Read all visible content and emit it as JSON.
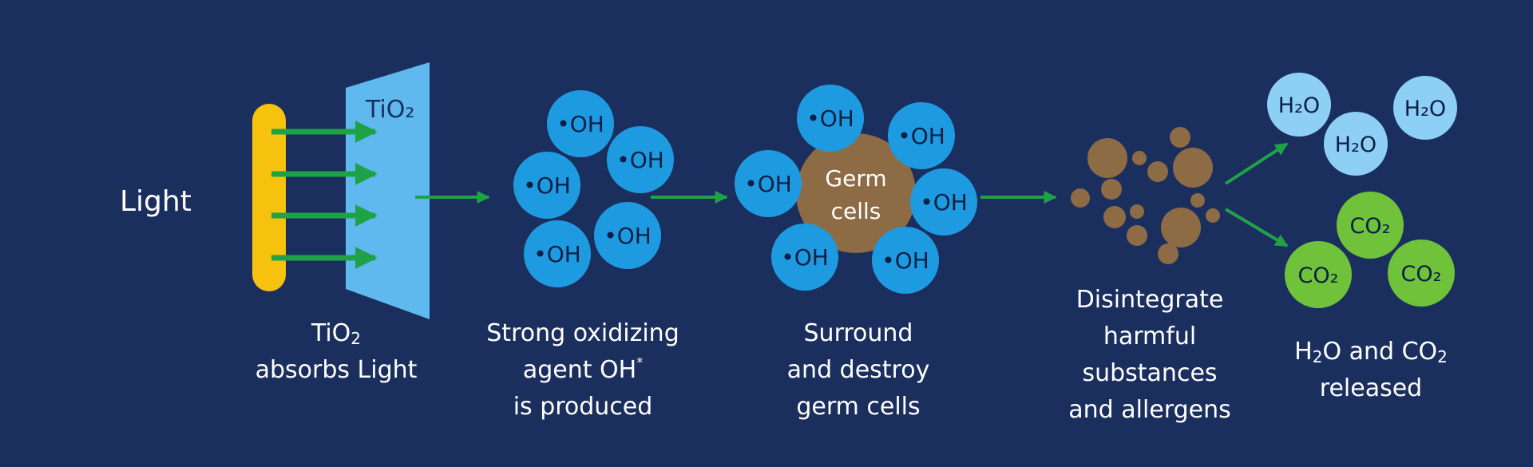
{
  "light_label": "Light",
  "panel_label": "TiO₂",
  "radical_label": "•OH",
  "germ_label": {
    "line1": "Germ",
    "line2": "cells"
  },
  "water_label": "H₂O",
  "co2_label": "CO₂",
  "captions": {
    "absorb": {
      "chem": "TiO",
      "sub": "2",
      "line2": "absorbs Light"
    },
    "oxidize": {
      "line1": "Strong oxidizing",
      "line2": "agent OH",
      "sup": "*",
      "line3": "is produced"
    },
    "surround": {
      "line1": "Surround",
      "line2": "and destroy",
      "line3": "germ cells"
    },
    "disintegrate": {
      "line1": "Disintegrate",
      "line2": "harmful",
      "line3": "substances",
      "line4": "and allergens"
    },
    "release": {
      "a": "H",
      "a_sub": "2",
      "b": "O and CO",
      "b_sub": "2",
      "line2": "released"
    }
  },
  "colors": {
    "background": "#1b2f5e",
    "light_bar": "#f6c20e",
    "panel": "#5fb9ee",
    "arrow": "#1fa247",
    "radical": "#1e9be0",
    "germ": "#8c6b45",
    "debris": "#8c6b45",
    "water": "#8ed0f5",
    "co2": "#6fc23a"
  }
}
